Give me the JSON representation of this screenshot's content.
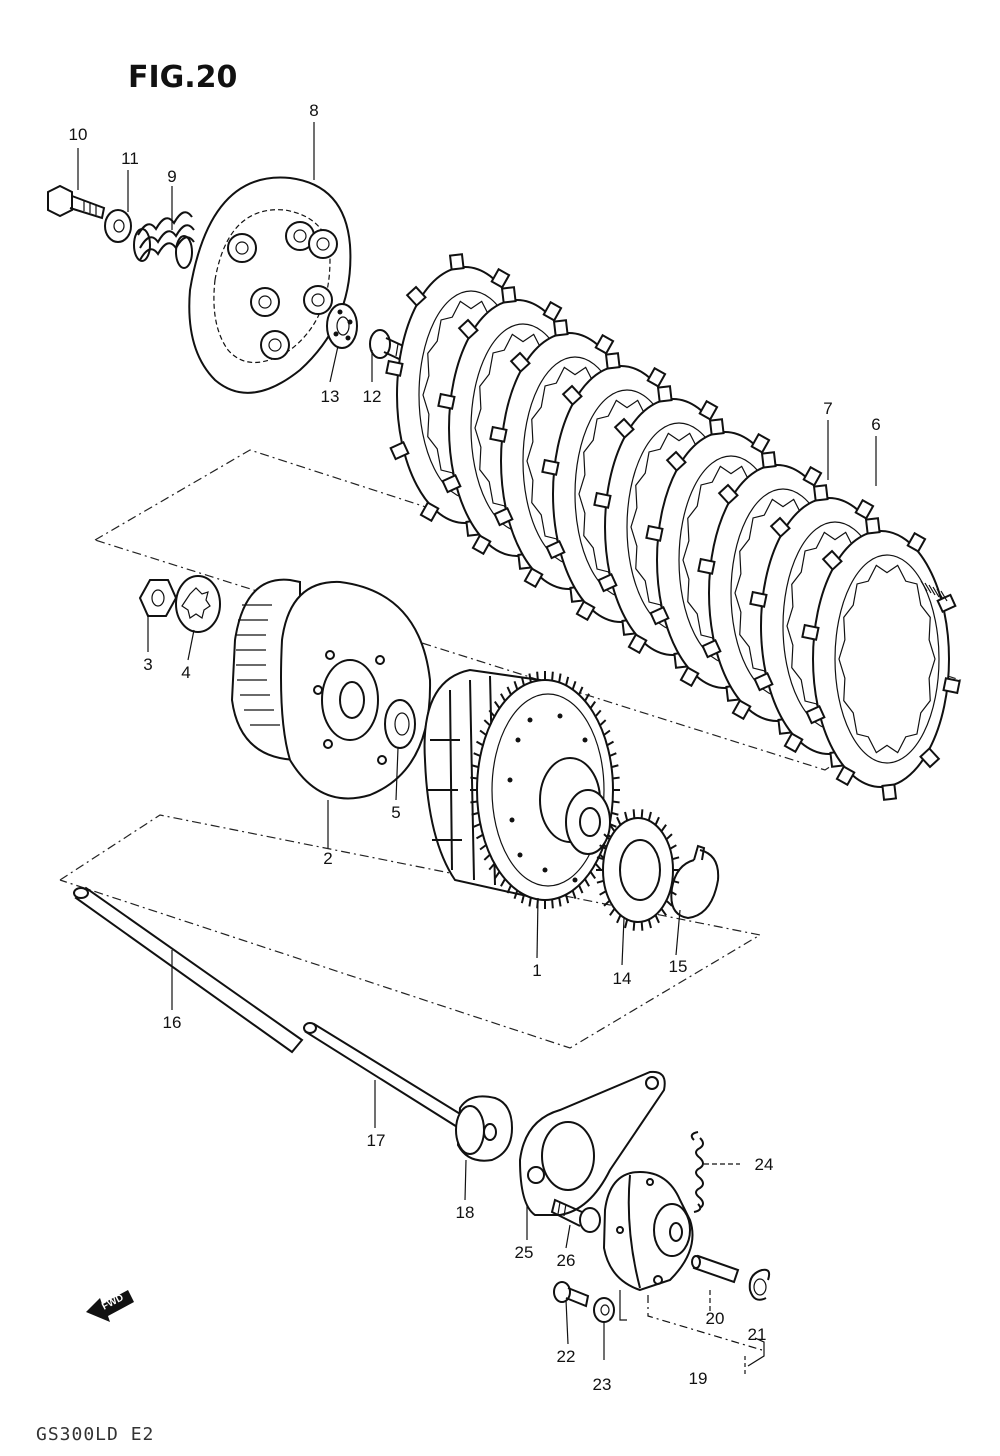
{
  "figure": {
    "title": "FIG.20",
    "footer": "GS300LD  E2",
    "direction_label": "FWD"
  },
  "parts": [
    {
      "id": "p1",
      "label": "1"
    },
    {
      "id": "p2",
      "label": "2"
    },
    {
      "id": "p3",
      "label": "3"
    },
    {
      "id": "p4",
      "label": "4"
    },
    {
      "id": "p5",
      "label": "5"
    },
    {
      "id": "p6",
      "label": "6"
    },
    {
      "id": "p7",
      "label": "7"
    },
    {
      "id": "p8",
      "label": "8"
    },
    {
      "id": "p9",
      "label": "9"
    },
    {
      "id": "p10",
      "label": "10"
    },
    {
      "id": "p11",
      "label": "11"
    },
    {
      "id": "p12",
      "label": "12"
    },
    {
      "id": "p13",
      "label": "13"
    },
    {
      "id": "p14",
      "label": "14"
    },
    {
      "id": "p15",
      "label": "15"
    },
    {
      "id": "p16",
      "label": "16"
    },
    {
      "id": "p17",
      "label": "17"
    },
    {
      "id": "p18",
      "label": "18"
    },
    {
      "id": "p19",
      "label": "19"
    },
    {
      "id": "p20",
      "label": "20"
    },
    {
      "id": "p21",
      "label": "21"
    },
    {
      "id": "p22",
      "label": "22"
    },
    {
      "id": "p23",
      "label": "23"
    },
    {
      "id": "p24",
      "label": "24"
    },
    {
      "id": "p25",
      "label": "25"
    },
    {
      "id": "p26",
      "label": "26"
    }
  ]
}
